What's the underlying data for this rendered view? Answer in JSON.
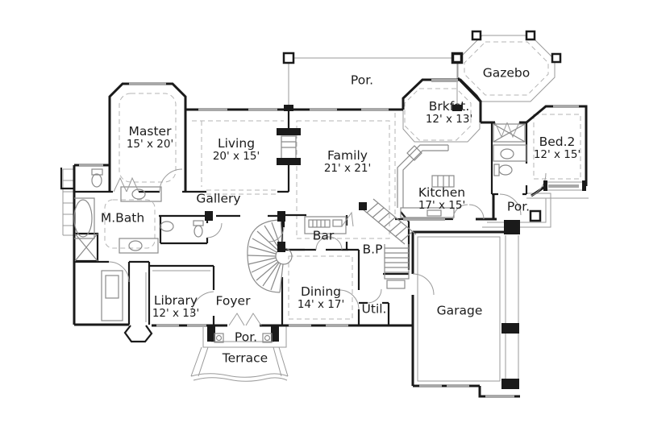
{
  "colors": {
    "wall": "#1a1a1a",
    "light_line": "#9a9a9a",
    "window": "#a8a8a8",
    "background": "#ffffff"
  },
  "rooms": {
    "master": {
      "label": "Master",
      "dims": "15' x 20'"
    },
    "living": {
      "label": "Living",
      "dims": "20' x 15'"
    },
    "por_top": {
      "label": "Por."
    },
    "family": {
      "label": "Family",
      "dims": "21' x 21'"
    },
    "brkfst": {
      "label": "Brkfst.",
      "dims": "12' x 13'"
    },
    "gazebo": {
      "label": "Gazebo"
    },
    "bed2": {
      "label": "Bed.2",
      "dims": "12' x 15'"
    },
    "kitchen": {
      "label": "Kitchen",
      "dims": "17' x 15'"
    },
    "por_right": {
      "label": "Por."
    },
    "gallery": {
      "label": "Gallery"
    },
    "mbath": {
      "label": "M.Bath"
    },
    "bar": {
      "label": "Bar"
    },
    "bp": {
      "label": "B.P"
    },
    "library": {
      "label": "Library",
      "dims": "12' x 13'"
    },
    "foyer": {
      "label": "Foyer"
    },
    "dining": {
      "label": "Dining",
      "dims": "14' x 17'"
    },
    "util": {
      "label": "Util."
    },
    "garage": {
      "label": "Garage"
    },
    "por_bottom": {
      "label": "Por."
    },
    "terrace": {
      "label": "Terrace"
    }
  }
}
